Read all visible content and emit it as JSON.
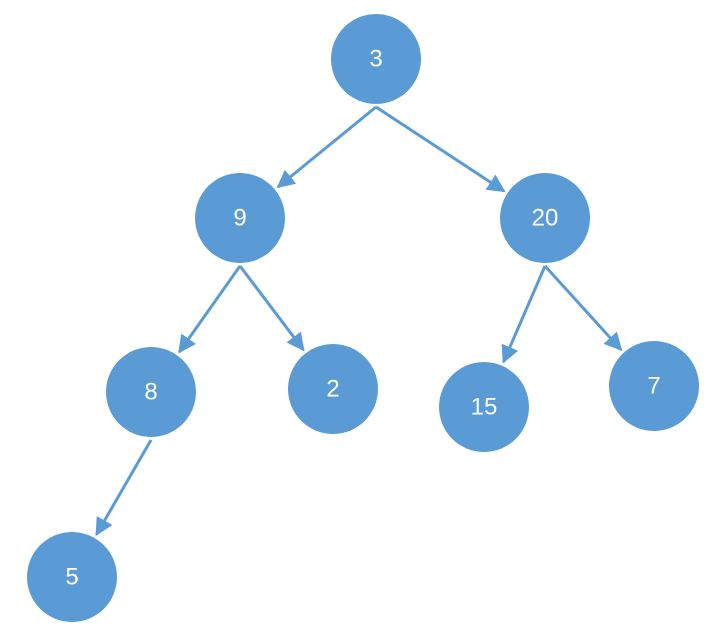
{
  "colors": {
    "node_fill": "#5b9bd5",
    "edge": "#5b9bd5",
    "label": "#ffffff"
  },
  "tree": {
    "nodes": [
      {
        "id": "n3",
        "label": "3"
      },
      {
        "id": "n9",
        "label": "9"
      },
      {
        "id": "n20",
        "label": "20"
      },
      {
        "id": "n8",
        "label": "8"
      },
      {
        "id": "n2",
        "label": "2"
      },
      {
        "id": "n15",
        "label": "15"
      },
      {
        "id": "n7",
        "label": "7"
      },
      {
        "id": "n5",
        "label": "5"
      }
    ],
    "edges": [
      {
        "from": "n3",
        "to": "n9"
      },
      {
        "from": "n3",
        "to": "n20"
      },
      {
        "from": "n9",
        "to": "n8"
      },
      {
        "from": "n9",
        "to": "n2"
      },
      {
        "from": "n20",
        "to": "n15"
      },
      {
        "from": "n20",
        "to": "n7"
      },
      {
        "from": "n8",
        "to": "n5"
      }
    ]
  }
}
